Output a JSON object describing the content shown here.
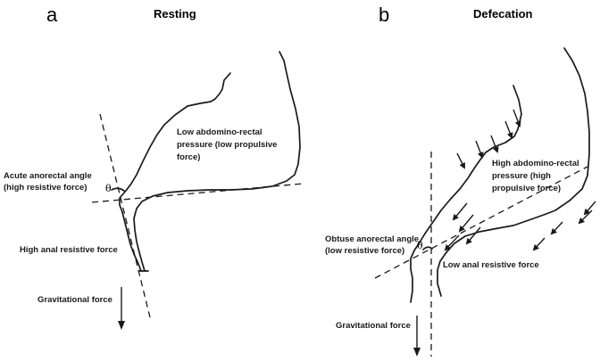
{
  "panel_a": {
    "letter": "a",
    "title": "Resting",
    "labels": {
      "pressure_line1": "Low abdomino-rectal",
      "pressure_line2": "pressure (low propulsive",
      "pressure_line3": "force)",
      "angle_line1": "Acute anorectal angle",
      "angle_line2": "(high resistive force)",
      "anal_force": "High anal resistive force",
      "gravity": "Gravitational force",
      "theta": "θ"
    }
  },
  "panel_b": {
    "letter": "b",
    "title": "Defecation",
    "labels": {
      "pressure_line1": "High abdomino-rectal",
      "pressure_line2": "pressure (high",
      "pressure_line3": "propulsive force)",
      "angle_line1": "Obtuse anorectal angle",
      "angle_line2": "(low resistive force)",
      "anal_force": "Low anal resistive force",
      "gravity": "Gravitational force",
      "theta": "θ"
    }
  }
}
